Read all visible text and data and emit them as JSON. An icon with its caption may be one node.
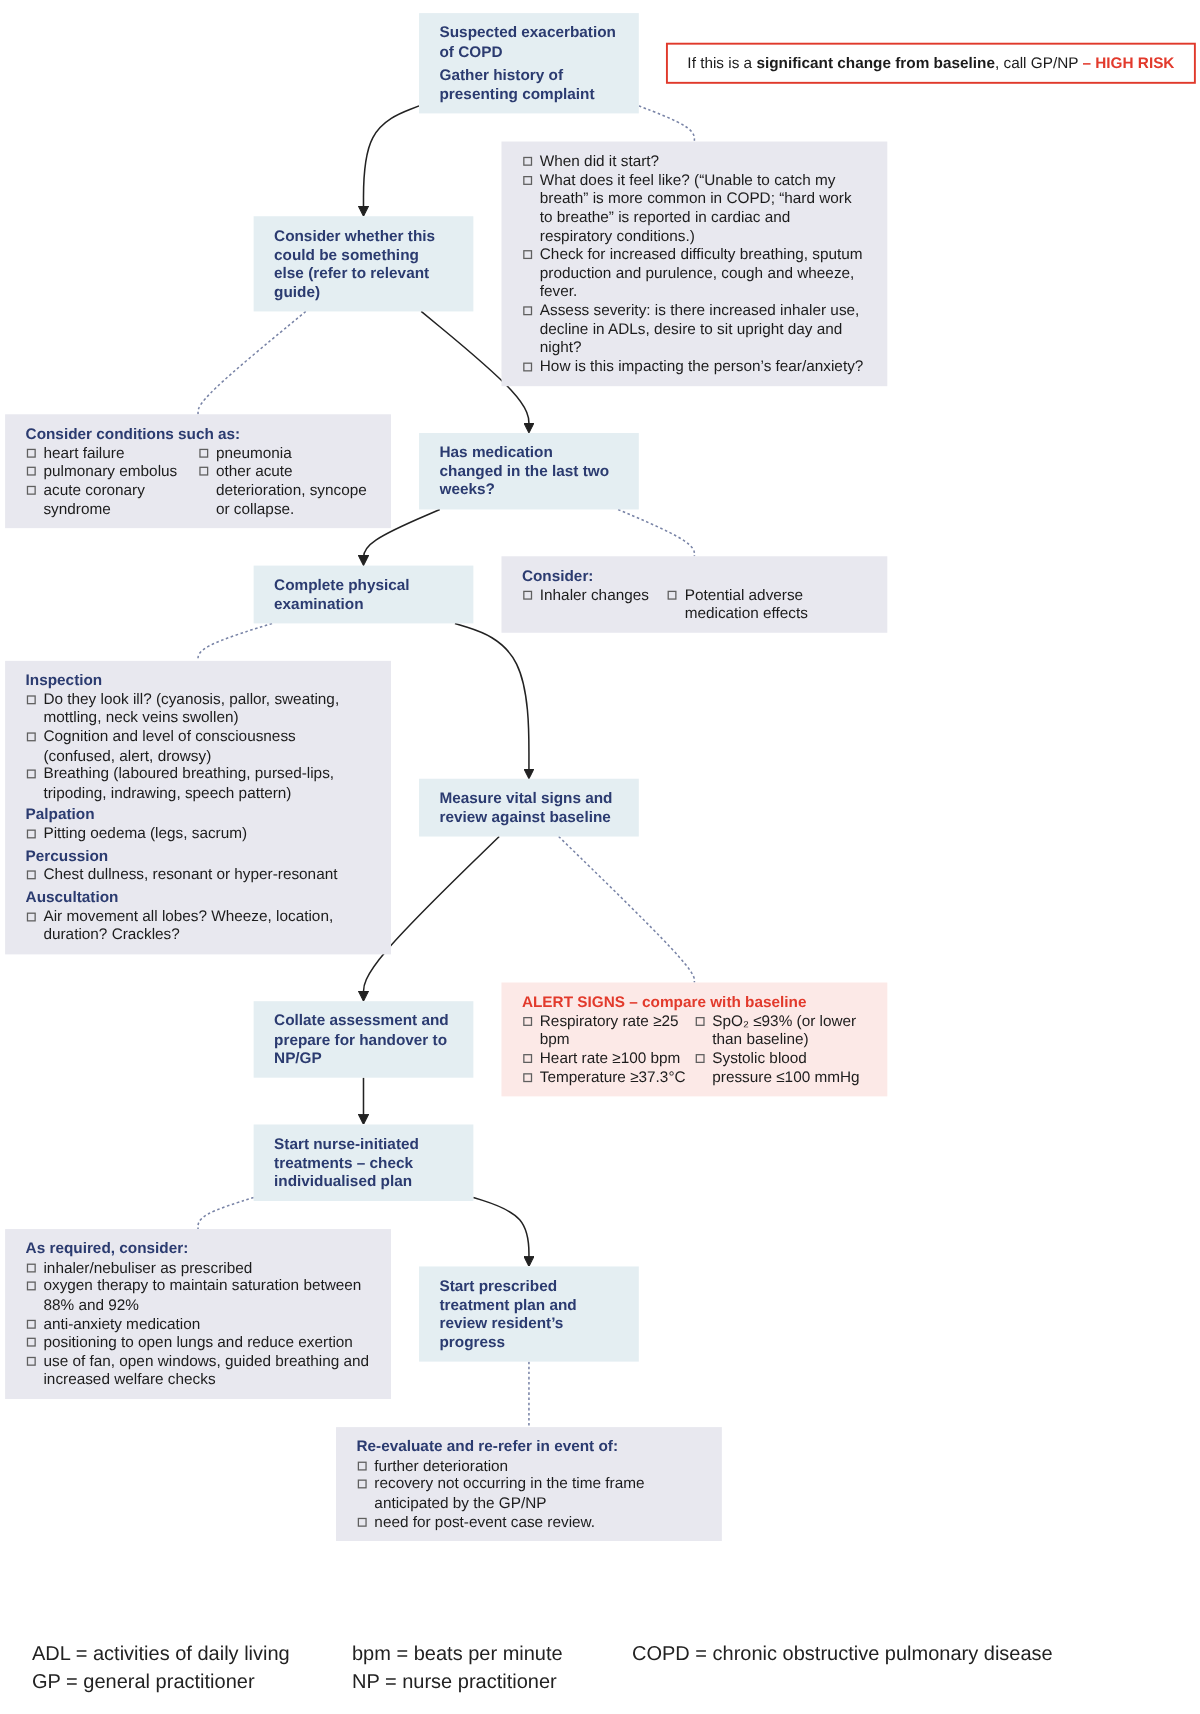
{
  "diagram": {
    "nodes": [
      {
        "text": [
          "Suspected exacerbation of COPD",
          "Gather history of presenting complaint"
        ]
      },
      {
        "text": [
          "When did it start?",
          "What does it feel like? (“Unable to catch my breath” is more common in COPD; “hard work to breathe” is reported in cardiac and respiratory conditions.)",
          "Check for increased difficulty breathing, sputum production and purulence, cough and wheeze, fever.",
          "Assess severity: is there increased inhaler use, decline in ADLs, desire to sit upright day and night?",
          "How is this impacting the person’s fear/anxiety?"
        ]
      },
      {
        "text": [
          "If this is a **significant change from baseline**, call GP/NP **– HIGH RISK**"
        ]
      },
      {
        "text": [
          "Consider whether this could be something else (refer to relevant guide)"
        ]
      },
      {
        "text": [
          "Consider conditions such as:",
          "heart failure",
          "pulmonary embolus",
          "acute coronary syndrome",
          "pneumonia",
          "other acute deterioration, syncope or collapse."
        ]
      },
      {
        "text": [
          "Has medication changed in the last two weeks?"
        ]
      },
      {
        "text": [
          "Consider:",
          "Inhaler changes",
          "Potential adverse medication effects"
        ]
      },
      {
        "text": [
          "Complete physical examination"
        ]
      },
      {
        "text": [
          "Inspection",
          "Do they look ill? (cyanosis, pallor, sweating, mottling, neck veins swollen)",
          "Cognition and level of consciousness (confused, alert, drowsy)",
          "Breathing (laboured breathing, pursed-lips, tripoding, indrawing, speech pattern)",
          "Palpation",
          "Pitting oedema (legs, sacrum)",
          "Percussion",
          "Chest dullness, resonant or hyper-resonant",
          "Auscultation",
          "Air movement all lobes? Wheeze, location, duration? Crackles?"
        ]
      },
      {
        "text": [
          "Measure vital signs and review against baseline"
        ]
      },
      {
        "text": [
          "ALERT SIGNS – compare with baseline",
          "Respiratory rate ≥25 bpm",
          "Heart rate ≥100 bpm",
          "Temperature ≥37.3°C",
          "SpO₂ ≤93% (or lower than baseline)",
          "Systolic blood pressure ≤100 mmHg"
        ]
      },
      {
        "text": [
          "Collate assessment and prepare for handover to NP/GP"
        ]
      },
      {
        "text": [
          "Start nurse-initiated treatments – check individualised plan"
        ]
      },
      {
        "text": [
          "As required, consider:",
          "inhaler/nebuliser as prescribed",
          "oxygen therapy to maintain saturation between 88% and 92%",
          "anti-anxiety medication",
          "positioning to open lungs and reduce exertion",
          "use of fan, open windows, guided breathing and increased welfare checks"
        ]
      },
      {
        "text": [
          "Start prescribed treatment plan and review resident’s progress"
        ]
      },
      {
        "text": [
          "Re-evaluate and re-refer in event of:",
          "further deterioration",
          "recovery not occurring in the time frame anticipated by the GP/NP",
          "need for post-event case review."
        ]
      }
    ],
    "edges": [
      {
        "from": 0,
        "to": 1,
        "arrow": "none",
        "style": "dashed",
        "color": "#7883a6"
      },
      {
        "from": 0,
        "to": 3,
        "arrow": "to",
        "color": "#222222"
      },
      {
        "from": 3,
        "to": 4,
        "arrow": "none",
        "style": "dashed",
        "color": "#7883a6"
      },
      {
        "from": 3,
        "to": 5,
        "arrow": "to",
        "color": "#222222"
      },
      {
        "from": 5,
        "to": 6,
        "arrow": "none",
        "style": "dashed",
        "color": "#7883a6"
      },
      {
        "from": 5,
        "to": 7,
        "arrow": "to",
        "color": "#222222"
      },
      {
        "from": 7,
        "to": 8,
        "arrow": "none",
        "style": "dashed",
        "color": "#7883a6"
      },
      {
        "from": 7,
        "to": 9,
        "arrow": "to",
        "color": "#222222"
      },
      {
        "from": 9,
        "to": 10,
        "arrow": "none",
        "style": "dashed",
        "color": "#7883a6"
      },
      {
        "from": 9,
        "to": 11,
        "arrow": "to",
        "color": "#222222"
      },
      {
        "from": 11,
        "to": 12,
        "arrow": "to",
        "color": "#222222"
      },
      {
        "from": 12,
        "to": 13,
        "arrow": "none",
        "style": "dashed",
        "color": "#7883a6"
      },
      {
        "from": 12,
        "to": 14,
        "arrow": "to",
        "color": "#222222"
      },
      {
        "from": 14,
        "to": 15,
        "arrow": "none",
        "style": "dashed",
        "color": "#7883a6"
      }
    ],
    "labels": [
      "ADL = activities of daily living",
      "bpm = beats per minute",
      "COPD = chronic obstructive pulmonary disease",
      "GP = general practitioner",
      "NP = nurse practitioner"
    ]
  }
}
